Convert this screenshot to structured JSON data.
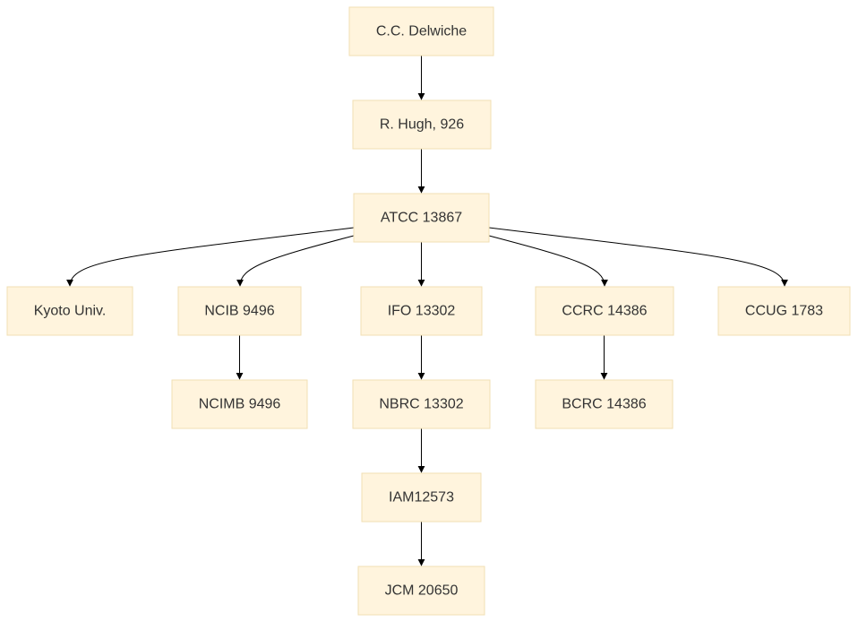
{
  "nodes": [
    {
      "id": "delwiche",
      "label": "C.C. Delwiche"
    },
    {
      "id": "hugh",
      "label": "R. Hugh, 926"
    },
    {
      "id": "atcc",
      "label": "ATCC 13867"
    },
    {
      "id": "kyoto",
      "label": "Kyoto Univ."
    },
    {
      "id": "ncib",
      "label": "NCIB 9496"
    },
    {
      "id": "ifo",
      "label": "IFO 13302"
    },
    {
      "id": "ccrc",
      "label": "CCRC 14386"
    },
    {
      "id": "ccug",
      "label": "CCUG 1783"
    },
    {
      "id": "ncimb",
      "label": "NCIMB 9496"
    },
    {
      "id": "nbrc",
      "label": "NBRC 13302"
    },
    {
      "id": "bcrc",
      "label": "BCRC 14386"
    },
    {
      "id": "iam",
      "label": "IAM12573"
    },
    {
      "id": "jcm",
      "label": "JCM 20650"
    }
  ],
  "edges": [
    {
      "from": "delwiche",
      "to": "hugh"
    },
    {
      "from": "hugh",
      "to": "atcc"
    },
    {
      "from": "atcc",
      "to": "kyoto"
    },
    {
      "from": "atcc",
      "to": "ncib"
    },
    {
      "from": "atcc",
      "to": "ifo"
    },
    {
      "from": "atcc",
      "to": "ccrc"
    },
    {
      "from": "atcc",
      "to": "ccug"
    },
    {
      "from": "ncib",
      "to": "ncimb"
    },
    {
      "from": "ifo",
      "to": "nbrc"
    },
    {
      "from": "ccrc",
      "to": "bcrc"
    },
    {
      "from": "nbrc",
      "to": "iam"
    },
    {
      "from": "iam",
      "to": "jcm"
    }
  ],
  "colors": {
    "node_fill": "#fff4dd",
    "node_border": "#f1dfb3",
    "edge": "#000000",
    "text": "#333333"
  }
}
